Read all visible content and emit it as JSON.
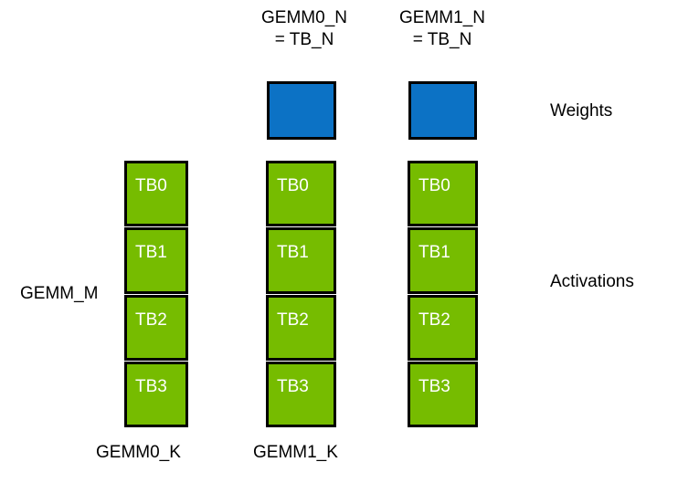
{
  "diagram": {
    "title_labels": {
      "gemm0_n": "GEMM0_N\n= TB_N",
      "gemm1_n": "GEMM1_N\n= TB_N"
    },
    "side_labels": {
      "gemm_m": "GEMM_M",
      "weights": "Weights",
      "activations": "Activations"
    },
    "bottom_labels": {
      "gemm0_k": "GEMM0_K",
      "gemm1_k": "GEMM1_K"
    },
    "colors": {
      "weights_fill": "#0c72c5",
      "activations_fill": "#76bc00",
      "border": "#000000",
      "cell_text": "#ffffff",
      "background": "#ffffff"
    },
    "weight_boxes": [
      {
        "name": "gemm0-weight-tile"
      },
      {
        "name": "gemm1-weight-tile"
      }
    ],
    "activation_stacks": [
      {
        "name": "gemm-m-stack",
        "cells": [
          "TB0",
          "TB1",
          "TB2",
          "TB3"
        ]
      },
      {
        "name": "gemm0-activation-stack",
        "cells": [
          "TB0",
          "TB1",
          "TB2",
          "TB3"
        ]
      },
      {
        "name": "gemm1-activation-stack",
        "cells": [
          "TB0",
          "TB1",
          "TB2",
          "TB3"
        ]
      }
    ]
  }
}
